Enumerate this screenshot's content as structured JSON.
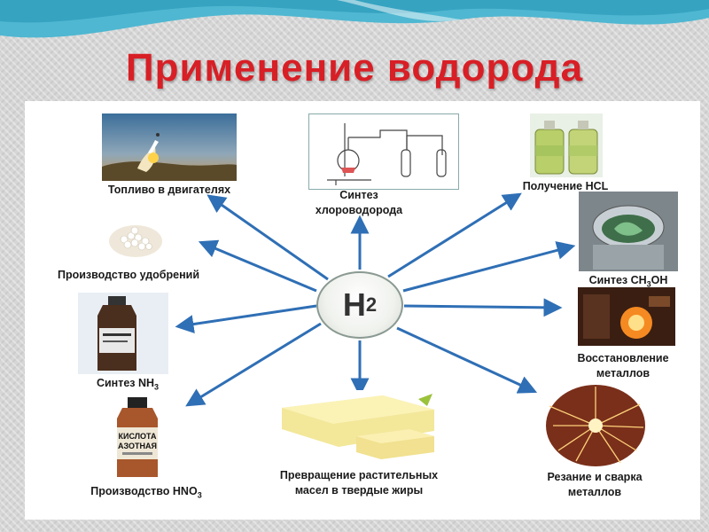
{
  "title": "Применение водорода",
  "center": {
    "symbol": "H",
    "sub": "2"
  },
  "nodes": {
    "fuel": "Топливо в двигателях",
    "hcl_synth_1": "Синтез",
    "hcl_synth_2": "хлороводорода",
    "hcl_get": "Получение HCL",
    "fertilizer": "Производство удобрений",
    "methanol": "Синтез CH",
    "methanol_sub": "3",
    "methanol_tail": "OH",
    "ammonia": "Синтез NH",
    "ammonia_sub": "3",
    "metal_reduce_1": "Восстановление",
    "metal_reduce_2": "металлов",
    "nitric": "Производство HNO",
    "nitric_sub": "3",
    "fats_1": "Превращение растительных",
    "fats_2": "масел в твердые жиры",
    "cutting_1": "Резание и сварка",
    "cutting_2": "металлов"
  },
  "bottle_label": {
    "line1": "КИСЛОТА",
    "line2": "АЗОТНАЯ"
  },
  "colors": {
    "title": "#d81f26",
    "arrow": "#2f6fb5",
    "wave": "#3ea9c6"
  }
}
